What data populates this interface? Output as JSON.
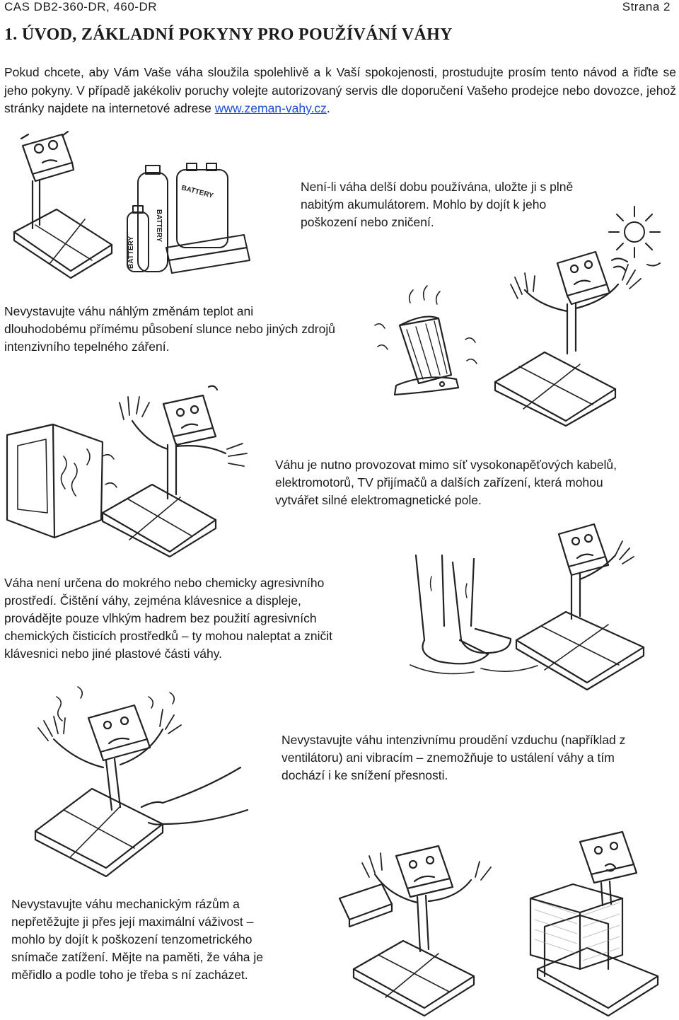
{
  "header": {
    "doc_title": "CAS DB2-360-DR, 460-DR",
    "page_label": "Strana 2"
  },
  "section_title": "1.  ÚVOD, ZÁKLADNÍ POKYNY PRO POUŽÍVÁNÍ VÁHY",
  "intro": {
    "text_before_link": "Pokud chcete, aby Vám Vaše váha sloužila spolehlivě a k Vaší spokojenosti, prostudujte prosím tento návod a řiďte se jeho pokyny. V případě jakékoliv poruchy volejte autorizovaný servis dle doporučení Vašeho prodejce nebo dovozce, jehož stránky najdete na internetové adrese ",
    "link_text": "www.zeman-vahy.cz",
    "text_after_link": "."
  },
  "battery_labels": [
    "BATTERY",
    "BATTERY",
    "BATTERY"
  ],
  "instructions": {
    "storage": "Není-li váha delší dobu používána, uložte ji s plně nabitým akumulátorem. Mohlo by dojít k jeho poškození nebo zničení.",
    "temperature": "Nevystavujte váhu náhlým změnám teplot ani dlouhodobému přímému působení slunce nebo jiných zdrojů intenzivního tepelného záření.",
    "electromagnetic": "Váhu je nutno provozovat mimo síť vysokonapěťových kabelů, elektromotorů, TV přijímačů a dalších zařízení, která mohou vytvářet silné elektromagnetické pole.",
    "wet": "Váha není určena do mokrého nebo chemicky agresivního prostředí. Čištění váhy, zejména klávesnice a displeje, provádějte pouze vlhkým hadrem bez použití agresivních chemických čisticích prostředků – ty mohou naleptat a zničit klávesnici nebo jiné plastové části váhy.",
    "airflow": "Nevystavujte váhu intenzivnímu proudění vzduchu (například z ventilátoru) ani vibracím – znemožňuje to ustálení váhy a tím dochází i ke snížení přesnosti.",
    "overload": "Nevystavujte váhu mechanickým rázům a nepřetěžujte ji přes její maximální váživost – mohlo by dojít k poškození tenzometrického snímače zatížení. Mějte na paměti, že váha je měřidlo a podle toho je třeba s ní zacházet."
  },
  "colors": {
    "text": "#1a1a1a",
    "link": "#1a4fd6",
    "line_art": "#222222"
  }
}
